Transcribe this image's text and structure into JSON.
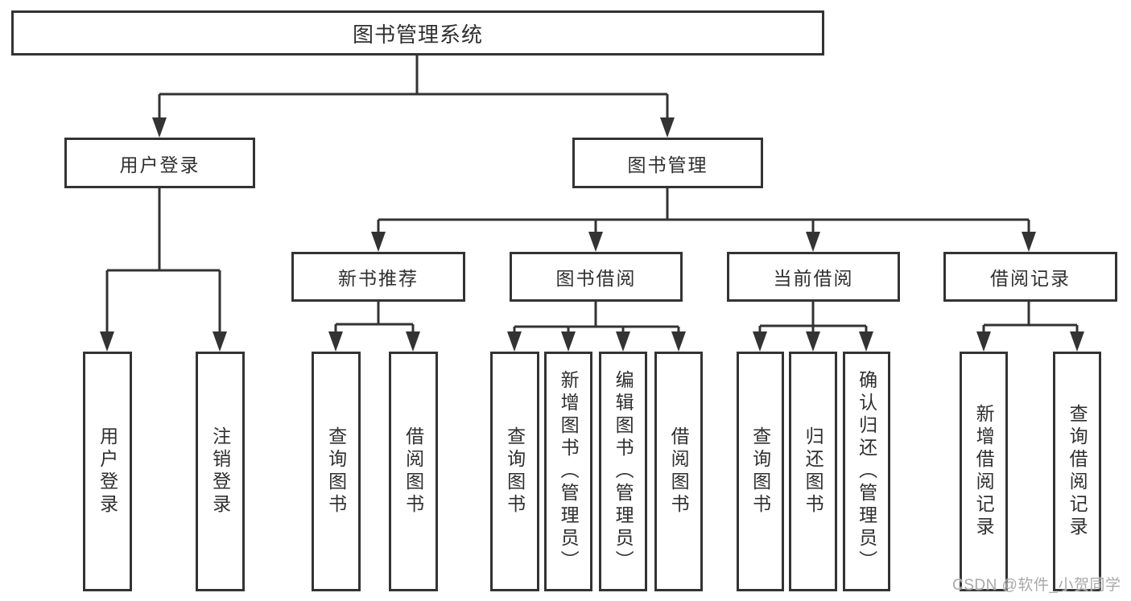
{
  "title": "图书管理系统",
  "branches": {
    "user_login": {
      "label": "用户登录",
      "children": [
        "用户登录",
        "注销登录"
      ]
    },
    "book_management": {
      "label": "图书管理",
      "sections": [
        {
          "label": "新书推荐",
          "children": [
            "查询图书",
            "借阅图书"
          ]
        },
        {
          "label": "图书借阅",
          "children": [
            "查询图书",
            "新增图书（管理员）",
            "编辑图书（管理员）",
            "借阅图书"
          ]
        },
        {
          "label": "当前借阅",
          "children": [
            "查询图书",
            "归还图书",
            "确认归还（管理员）"
          ]
        },
        {
          "label": "借阅记录",
          "children": [
            "新增借阅记录",
            "查询借阅记录"
          ]
        }
      ]
    }
  },
  "watermark": "CSDN @软件_小贺同学",
  "colors": {
    "line": "#333333",
    "box_border": "#333333",
    "text": "#2f2f2f",
    "watermark": "#a9a9a9",
    "background": "#ffffff"
  }
}
